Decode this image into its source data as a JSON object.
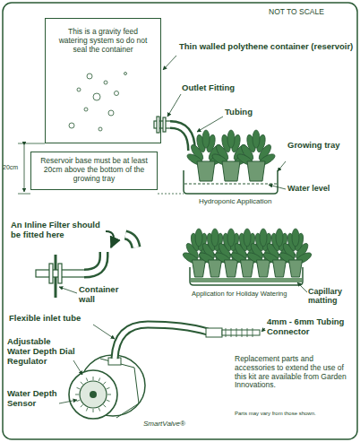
{
  "diagram": {
    "nodes": [
      {
        "text": [
          "This is a gravity feed watering system so do not seal the container"
        ]
      },
      {
        "text": [
          "Reservoir base must be at least 20cm above the bottom of the growing tray"
        ]
      }
    ],
    "labels": [
      "NOT TO SCALE",
      "Thin walled polythene container (reservoir)",
      "Outlet Fitting",
      "Tubing",
      "Growing tray",
      "Water level",
      "20cm",
      "Hydroponic Application",
      "An Inline Filter should be fitted here",
      "Container wall",
      "Application for Holiday Watering",
      "Capillary matting",
      "Flexible inlet tube",
      "4mm - 6mm Tubing Connector",
      "Adjustable Water Depth Dial Regulator",
      "Water Depth Sensor",
      "SmartValve®",
      "Replacement parts and accessories to extend the use of this kit are available from Garden Innovations.",
      "Parts may vary from those shown."
    ]
  }
}
